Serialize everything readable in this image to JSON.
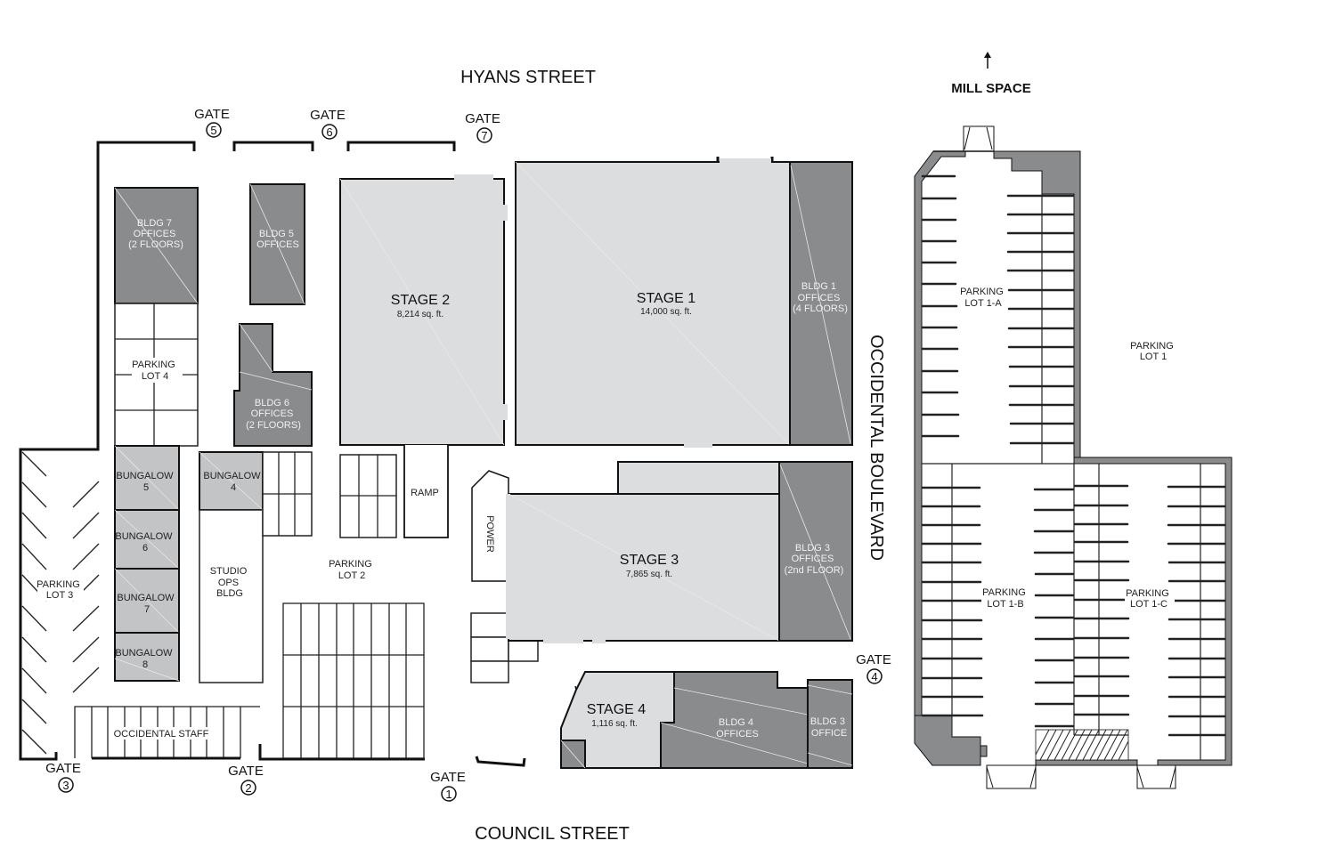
{
  "map": {
    "streets": {
      "north": "HYANS STREET",
      "south": "COUNCIL STREET",
      "east": "OCCIDENTAL BOULEVARD"
    },
    "mill_space": {
      "label": "MILL SPACE",
      "arrow": "arrow-up"
    },
    "gates": [
      {
        "label": "GATE",
        "number": "1"
      },
      {
        "label": "GATE",
        "number": "2"
      },
      {
        "label": "GATE",
        "number": "3"
      },
      {
        "label": "GATE",
        "number": "4"
      },
      {
        "label": "GATE",
        "number": "5"
      },
      {
        "label": "GATE",
        "number": "6"
      },
      {
        "label": "GATE",
        "number": "7"
      }
    ],
    "stages": [
      {
        "name": "STAGE 1",
        "area": "14,000 sq. ft."
      },
      {
        "name": "STAGE 2",
        "area": "8,214 sq. ft."
      },
      {
        "name": "STAGE 3",
        "area": "7,865 sq. ft."
      },
      {
        "name": "STAGE 4",
        "area": "1,116 sq. ft."
      }
    ],
    "buildings": {
      "bldg1": [
        "BLDG 1",
        "OFFICES",
        "(4 FLOORS)"
      ],
      "bldg3": [
        "BLDG 3",
        "OFFICES",
        "(2nd FLOOR)"
      ],
      "bldg3_office": [
        "BLDG 3",
        "OFFICE"
      ],
      "bldg4": [
        "BLDG 4",
        "OFFICES"
      ],
      "bldg5": [
        "BLDG 5",
        "OFFICES"
      ],
      "bldg6": [
        "BLDG 6",
        "OFFICES",
        "(2 FLOORS)"
      ],
      "bldg7": [
        "BLDG 7",
        "OFFICES",
        "(2 FLOORS)"
      ],
      "studio_ops": [
        "STUDIO",
        "OPS",
        "BLDG"
      ],
      "power": "POWER",
      "ramp": "RAMP"
    },
    "bungalows": [
      {
        "name": "BUNGALOW",
        "number": "4"
      },
      {
        "name": "BUNGALOW",
        "number": "5"
      },
      {
        "name": "BUNGALOW",
        "number": "6"
      },
      {
        "name": "BUNGALOW",
        "number": "7"
      },
      {
        "name": "BUNGALOW",
        "number": "8"
      }
    ],
    "parking": {
      "lot1": [
        "PARKING",
        "LOT 1"
      ],
      "lot1a": [
        "PARKING",
        "LOT 1-A"
      ],
      "lot1b": [
        "PARKING",
        "LOT 1-B"
      ],
      "lot1c": [
        "PARKING",
        "LOT 1-C"
      ],
      "lot2": [
        "PARKING",
        "LOT 2"
      ],
      "lot3": [
        "PARKING",
        "LOT 3"
      ],
      "lot4": [
        "PARKING",
        "LOT 4"
      ],
      "occidental_staff": "OCCIDENTAL STAFF"
    },
    "colors": {
      "stage_fill": "#dcdddf",
      "office_fill": "#8a8b8d",
      "bungalow_fill": "#c3c4c6",
      "wall": "#111111"
    }
  }
}
